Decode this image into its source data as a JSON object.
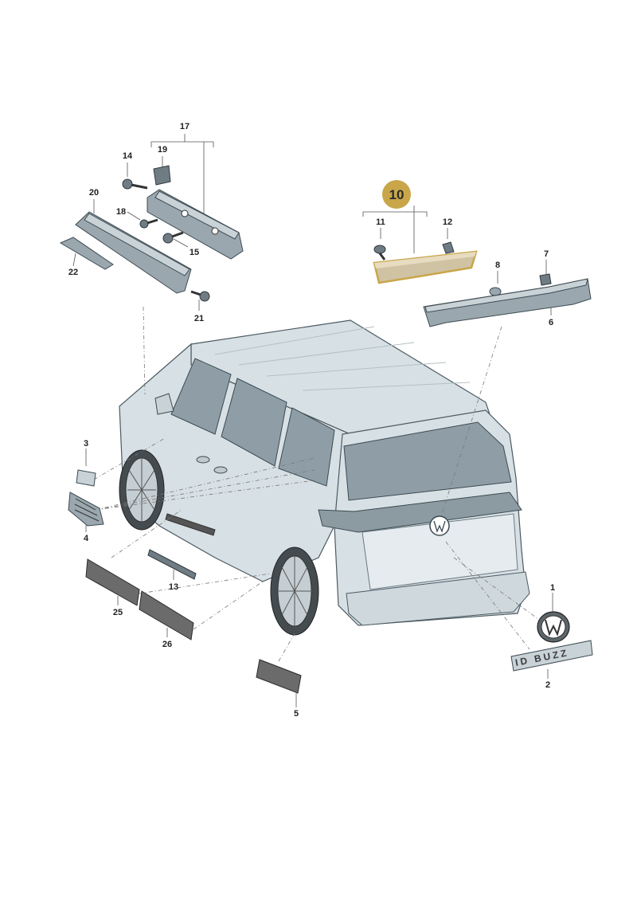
{
  "diagram": {
    "highlight_color": "#c9a64a",
    "highlight_text_color": "#2b2b2b",
    "labels": {
      "p1": "1",
      "p2": "2",
      "p3": "3",
      "p4": "4",
      "p5": "5",
      "p6": "6",
      "p7": "7",
      "p8": "8",
      "p10": "10",
      "p11": "11",
      "p12": "12",
      "p13": "13",
      "p14": "14",
      "p15": "15",
      "p17": "17",
      "p18": "18",
      "p19": "19",
      "p20": "20",
      "p21": "21",
      "p22": "22",
      "p25": "25",
      "p26": "26"
    },
    "badge_text": "ID BUZZ"
  }
}
